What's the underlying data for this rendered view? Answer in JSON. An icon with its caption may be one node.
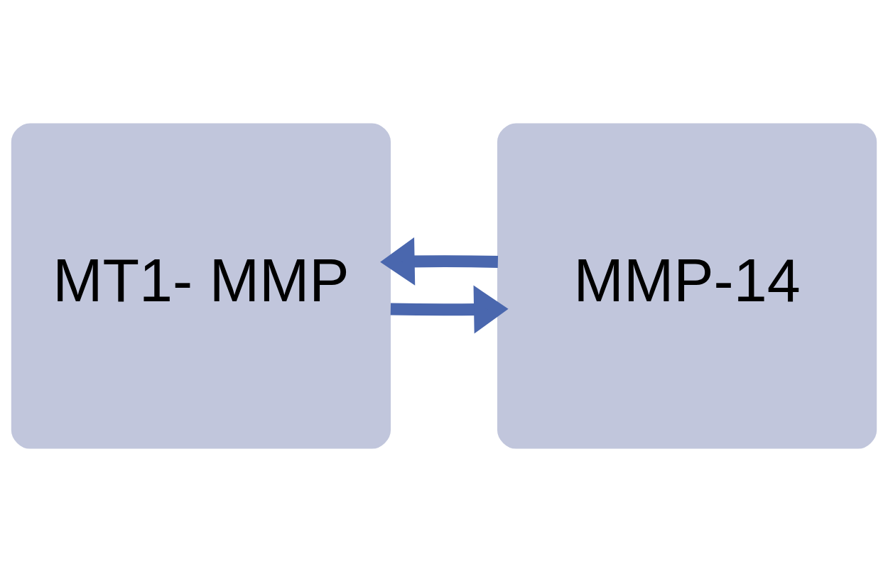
{
  "diagram": {
    "nodes": [
      {
        "text": [
          "MT1- MMP"
        ]
      },
      {
        "text": [
          "MMP-14"
        ]
      }
    ],
    "edges": [
      {
        "from": 0,
        "to": 1,
        "arrow": "to"
      },
      {
        "from": 1,
        "to": 0,
        "arrow": "to"
      }
    ]
  }
}
